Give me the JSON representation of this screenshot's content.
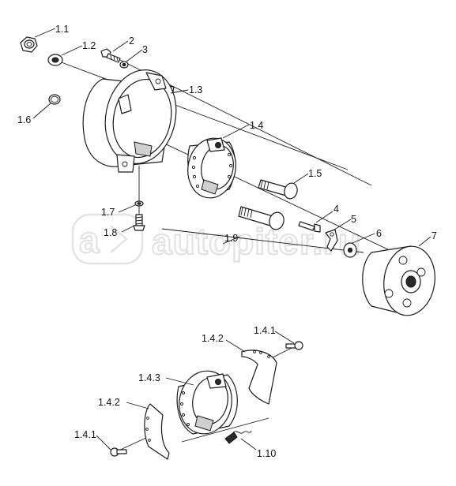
{
  "watermark": {
    "text": "autopiter.ru"
  },
  "callouts": {
    "c_1_1": "1.1",
    "c_1_2": "1.2",
    "c_2": "2",
    "c_3": "3",
    "c_1_3": "1.3",
    "c_1_6": "1.6",
    "c_1_4": "1.4",
    "c_1_5": "1.5",
    "c_1_7": "1.7",
    "c_1_8": "1.8",
    "c_1_9": "1.9",
    "c_4": "4",
    "c_5": "5",
    "c_6": "6",
    "c_7": "7",
    "c_1_4_1_top": "1.4.1",
    "c_1_4_2_top": "1.4.2",
    "c_1_4_3": "1.4.3",
    "c_1_4_2_left": "1.4.2",
    "c_1_4_1_left": "1.4.1",
    "c_1_10": "1.10"
  }
}
